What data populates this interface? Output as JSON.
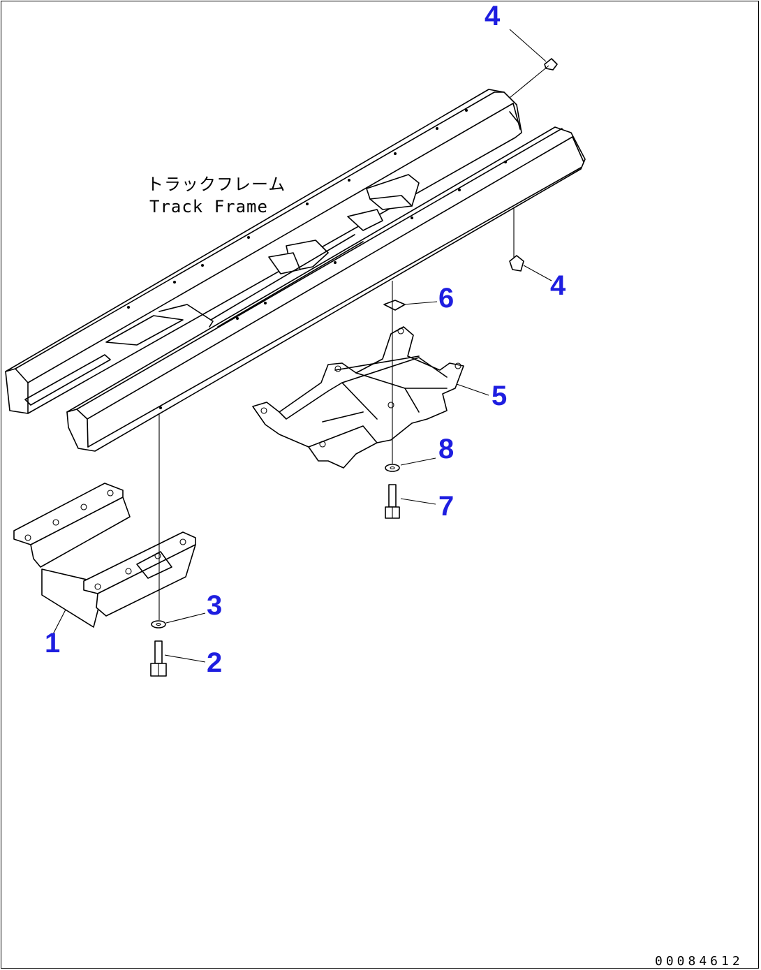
{
  "diagram": {
    "label_jp": "トラックフレーム",
    "label_en": "Track Frame",
    "drawing_code": "00084612",
    "callouts": [
      {
        "id": "callout-1",
        "number": "1"
      },
      {
        "id": "callout-2",
        "number": "2"
      },
      {
        "id": "callout-3",
        "number": "3"
      },
      {
        "id": "callout-4-top",
        "number": "4"
      },
      {
        "id": "callout-4-right",
        "number": "4"
      },
      {
        "id": "callout-5",
        "number": "5"
      },
      {
        "id": "callout-6",
        "number": "6"
      },
      {
        "id": "callout-7",
        "number": "7"
      },
      {
        "id": "callout-8",
        "number": "8"
      }
    ]
  }
}
